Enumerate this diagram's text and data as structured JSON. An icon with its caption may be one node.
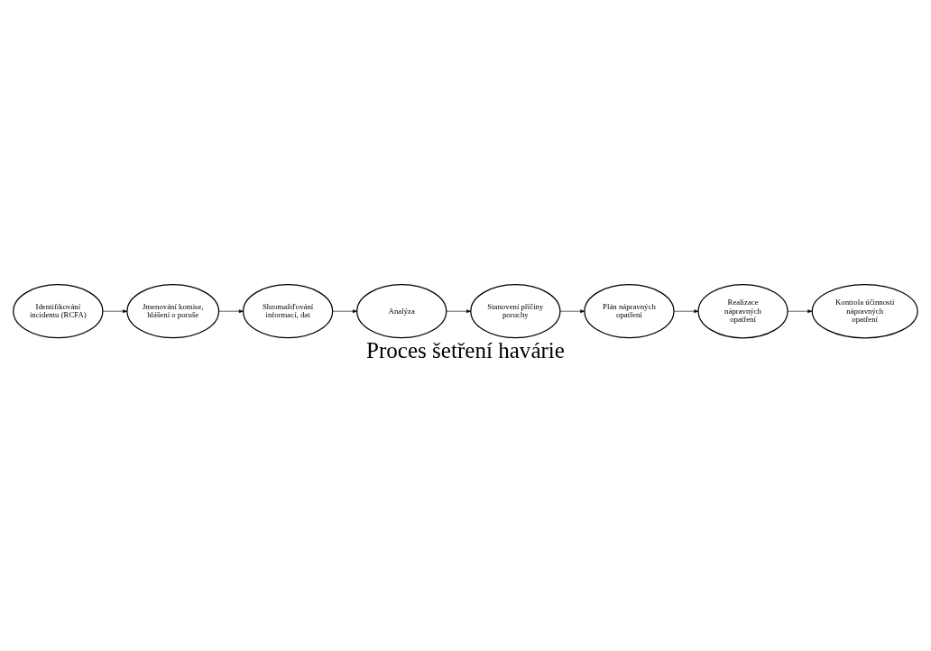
{
  "diagram": {
    "title": "Proces šetření havárie",
    "nodes": [
      {
        "text": [
          "Identifikování incidentu (RCFA)"
        ]
      },
      {
        "text": [
          "Jmenování komise, hlášení o poruše"
        ]
      },
      {
        "text": [
          "Shromažďování informací, dat"
        ]
      },
      {
        "text": [
          "Analýza"
        ]
      },
      {
        "text": [
          "Stanovení příčiny poruchy"
        ]
      },
      {
        "text": [
          "Plán nápravných opatření"
        ]
      },
      {
        "text": [
          "Realizace nápravných opatření"
        ]
      },
      {
        "text": [
          "Kontrola účinnosti nápravných opatření"
        ]
      }
    ],
    "edges": [
      {
        "from": 0,
        "to": 1,
        "arrow": "to"
      },
      {
        "from": 1,
        "to": 2,
        "arrow": "to"
      },
      {
        "from": 2,
        "to": 3,
        "arrow": "to"
      },
      {
        "from": 3,
        "to": 4,
        "arrow": "to"
      },
      {
        "from": 4,
        "to": 5,
        "arrow": "to"
      },
      {
        "from": 5,
        "to": 6,
        "arrow": "to"
      },
      {
        "from": 6,
        "to": 7,
        "arrow": "to"
      }
    ]
  }
}
